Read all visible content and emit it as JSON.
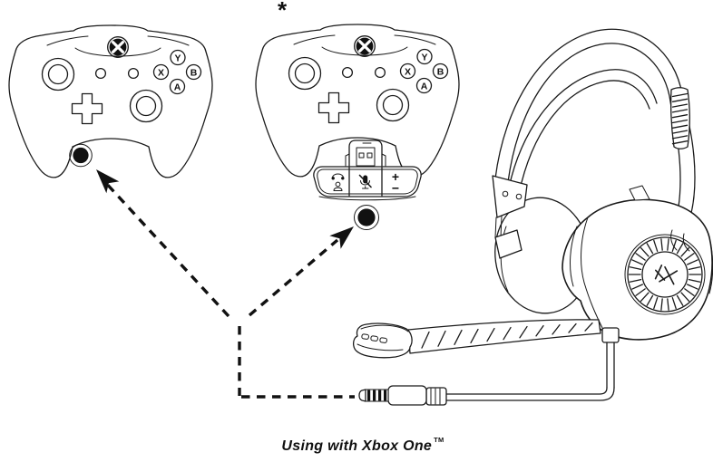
{
  "page": {
    "background": "#ffffff",
    "line_color": "#1a1a1a"
  },
  "footnote_marker": "*",
  "caption": {
    "text": "Using with Xbox One",
    "trademark": "TM"
  },
  "controller": {
    "brand_logo_icon": "xbox-logo",
    "face_buttons": {
      "top": "Y",
      "right": "B",
      "left": "X",
      "bottom": "A"
    }
  },
  "adapter": {
    "volume_up_label": "+",
    "volume_down_label": "−",
    "icons": [
      "headphones-icon",
      "chat-person-icon",
      "mic-mute-icon"
    ]
  },
  "colors": {
    "jack_dot": "#111111",
    "arrow": "#111111"
  }
}
